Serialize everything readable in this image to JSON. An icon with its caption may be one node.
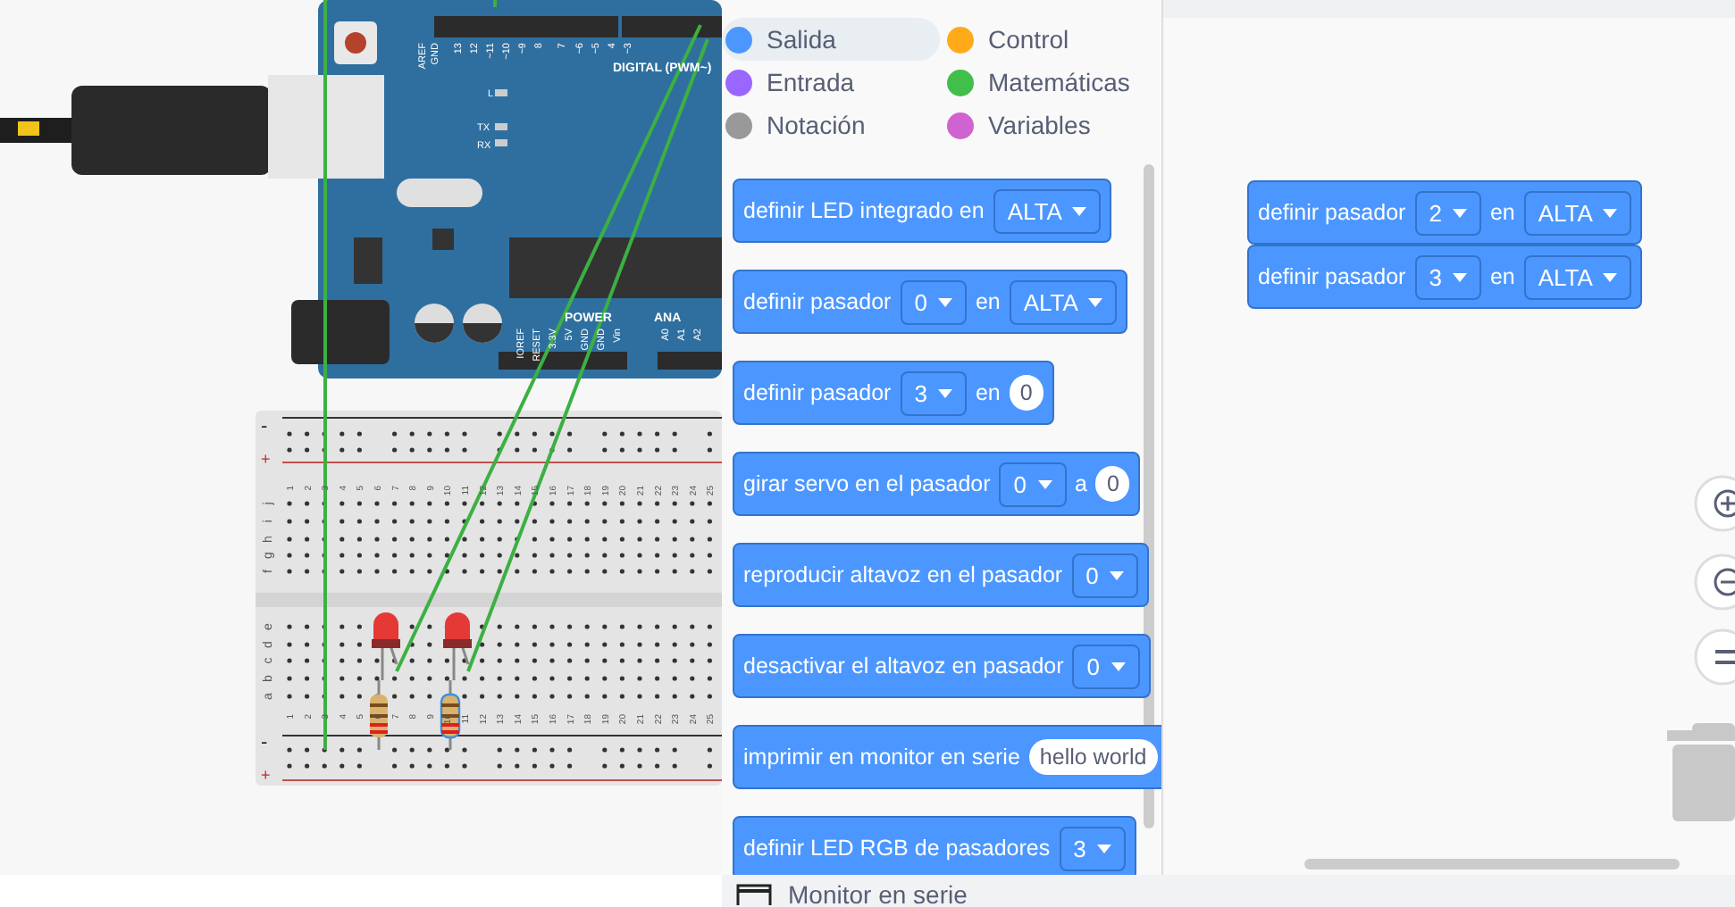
{
  "diagram": {
    "nodes": [
      {
        "text": [
          "definir LED integrado en",
          "ALTA"
        ]
      },
      {
        "text": [
          "definir pasador",
          "0",
          "en",
          "ALTA"
        ]
      },
      {
        "text": [
          "definir pasador",
          "3",
          "en",
          "0"
        ]
      },
      {
        "text": [
          "girar servo en el pasador",
          "0",
          "a",
          "0"
        ]
      },
      {
        "text": [
          "reproducir altavoz en el pasador",
          "0"
        ]
      },
      {
        "text": [
          "desactivar el altavoz en pasador",
          "0"
        ]
      },
      {
        "text": [
          "imprimir en monitor en serie",
          "hello world"
        ]
      },
      {
        "text": [
          "definir LED RGB de pasadores",
          "3"
        ]
      },
      {
        "text": [
          "definir pasador",
          "2",
          "en",
          "ALTA"
        ]
      },
      {
        "text": [
          "definir pasador",
          "3",
          "en",
          "ALTA"
        ]
      }
    ],
    "edges": [],
    "labels": [
      "AREF",
      "GND",
      "13",
      "12",
      "~11",
      "~10",
      "~9",
      "8",
      "7",
      "~6",
      "~5",
      "4",
      "~3",
      "DIGITAL (PWM~)",
      "L",
      "TX",
      "RX",
      "POWER",
      "ANA",
      "IOREF",
      "RESET",
      "3.3V",
      "5V",
      "GND",
      "GND",
      "Vin",
      "A0",
      "A1",
      "A2",
      "-",
      "+",
      "1",
      "2",
      "3",
      "4",
      "5",
      "6",
      "7",
      "8",
      "9",
      "10",
      "11",
      "12",
      "13",
      "14",
      "15",
      "16",
      "17",
      "18",
      "19",
      "20",
      "21",
      "22",
      "23",
      "24",
      "25",
      "j",
      "i",
      "h",
      "g",
      "f",
      "e",
      "d",
      "c",
      "b",
      "a",
      "1",
      "2",
      "3",
      "4",
      "5",
      "6",
      "7",
      "8",
      "9",
      "10",
      "11",
      "12",
      "13",
      "14",
      "15",
      "16",
      "17",
      "18",
      "19",
      "20",
      "21",
      "22",
      "23",
      "24",
      "25",
      "-",
      "+",
      "Monitor en serie"
    ],
    "legend": [
      {
        "text": "Salida",
        "color": "#4c97ff"
      },
      {
        "text": "Control",
        "color": "#ffab19"
      },
      {
        "text": "Entrada",
        "color": "#9966ff"
      },
      {
        "text": "Matemáticas",
        "color": "#40bf4a"
      },
      {
        "text": "Notación",
        "color": "#999999"
      },
      {
        "text": "Variables",
        "color": "#cf63cf"
      }
    ]
  }
}
